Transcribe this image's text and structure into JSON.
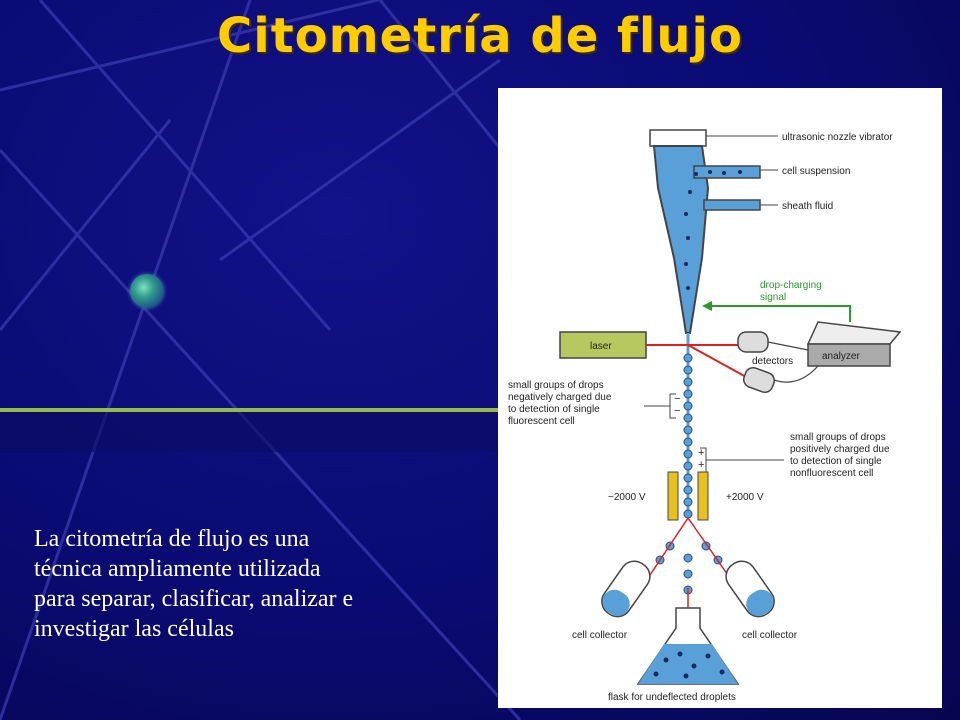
{
  "title": "Citometría de flujo",
  "body_lines": [
    "La citometría de flujo es una",
    "técnica ampliamente utilizada",
    "para separar, clasificar, analizar e",
    "investigar las células"
  ],
  "diagram": {
    "labels": {
      "ultrasonic": "ultrasonic nozzle vibrator",
      "cell_suspension": "cell suspension",
      "sheath_fluid": "sheath fluid",
      "drop_charging_1": "drop-charging",
      "drop_charging_2": "signal",
      "laser": "laser",
      "detectors": "detectors",
      "analyzer": "analyzer",
      "neg_1": "small groups of drops",
      "neg_2": "negatively charged due",
      "neg_3": "to detection of single",
      "neg_4": "fluorescent cell",
      "pos_1": "small groups of drops",
      "pos_2": "positively charged due",
      "pos_3": "to detection of single",
      "pos_4": "nonfluorescent cell",
      "minus_voltage": "−2000 V",
      "plus_voltage": "+2000 V",
      "collector_left": "cell collector",
      "collector_right": "cell collector",
      "flask": "flask for undeflected droplets"
    },
    "colors": {
      "fluid": "#5aa0d8",
      "laser_beam": "#e02020",
      "signal": "#2a9a2a",
      "laser_box": "#b8c860",
      "plate": "#e8c020"
    }
  }
}
